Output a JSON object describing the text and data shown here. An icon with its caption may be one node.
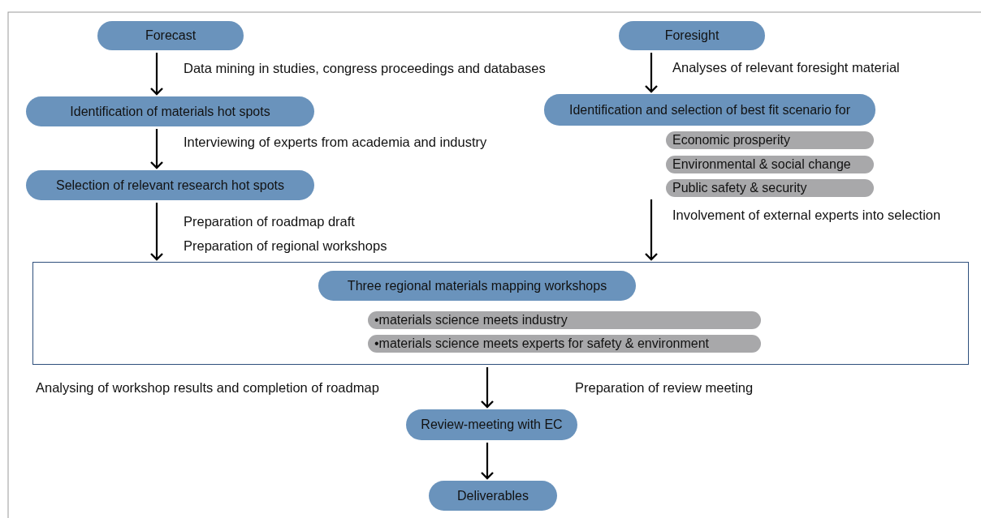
{
  "diagram": {
    "nodes": [
      {
        "text": [
          "Forecast"
        ]
      },
      {
        "text": [
          "Foresight"
        ]
      },
      {
        "text": [
          "Identification of materials hot spots"
        ]
      },
      {
        "text": [
          "Identification and selection of best fit scenario for"
        ]
      },
      {
        "text": [
          "Economic prosperity"
        ]
      },
      {
        "text": [
          "Environmental & social change"
        ]
      },
      {
        "text": [
          "Public safety & security"
        ]
      },
      {
        "text": [
          "Selection of relevant research hot spots"
        ]
      },
      {
        "text": [],
        "shape": "box"
      },
      {
        "text": [
          "Three regional materials mapping workshops"
        ],
        "in": 8
      },
      {
        "text": [
          "•materials science meets industry"
        ],
        "in": 8
      },
      {
        "text": [
          "•materials science meets experts for safety & environment"
        ],
        "in": 8
      },
      {
        "text": [
          "Review-meeting with EC"
        ]
      },
      {
        "text": [
          "Deliverables"
        ]
      }
    ],
    "edges": [
      {
        "from": 0,
        "to": 2,
        "arrow": "to",
        "label": "Data mining in studies, congress proceedings and databases"
      },
      {
        "from": 1,
        "to": 3,
        "arrow": "to",
        "label": "Analyses of relevant foresight material"
      },
      {
        "from": 2,
        "to": 7,
        "arrow": "to",
        "label": "Interviewing of experts from academia and industry"
      },
      {
        "from": 6,
        "to": 8,
        "arrow": "to",
        "label": "Involvement of external experts into selection"
      },
      {
        "from": 7,
        "to": 8,
        "arrow": "to",
        "label": "Preparation of roadmap draft Preparation of regional workshops"
      },
      {
        "from": 8,
        "to": 12,
        "arrow": "to"
      },
      {
        "from": 12,
        "to": 13,
        "arrow": "to"
      }
    ],
    "labels": [
      "Analysing of workshop results and completion of roadmap",
      "Preparation of review meeting"
    ]
  }
}
